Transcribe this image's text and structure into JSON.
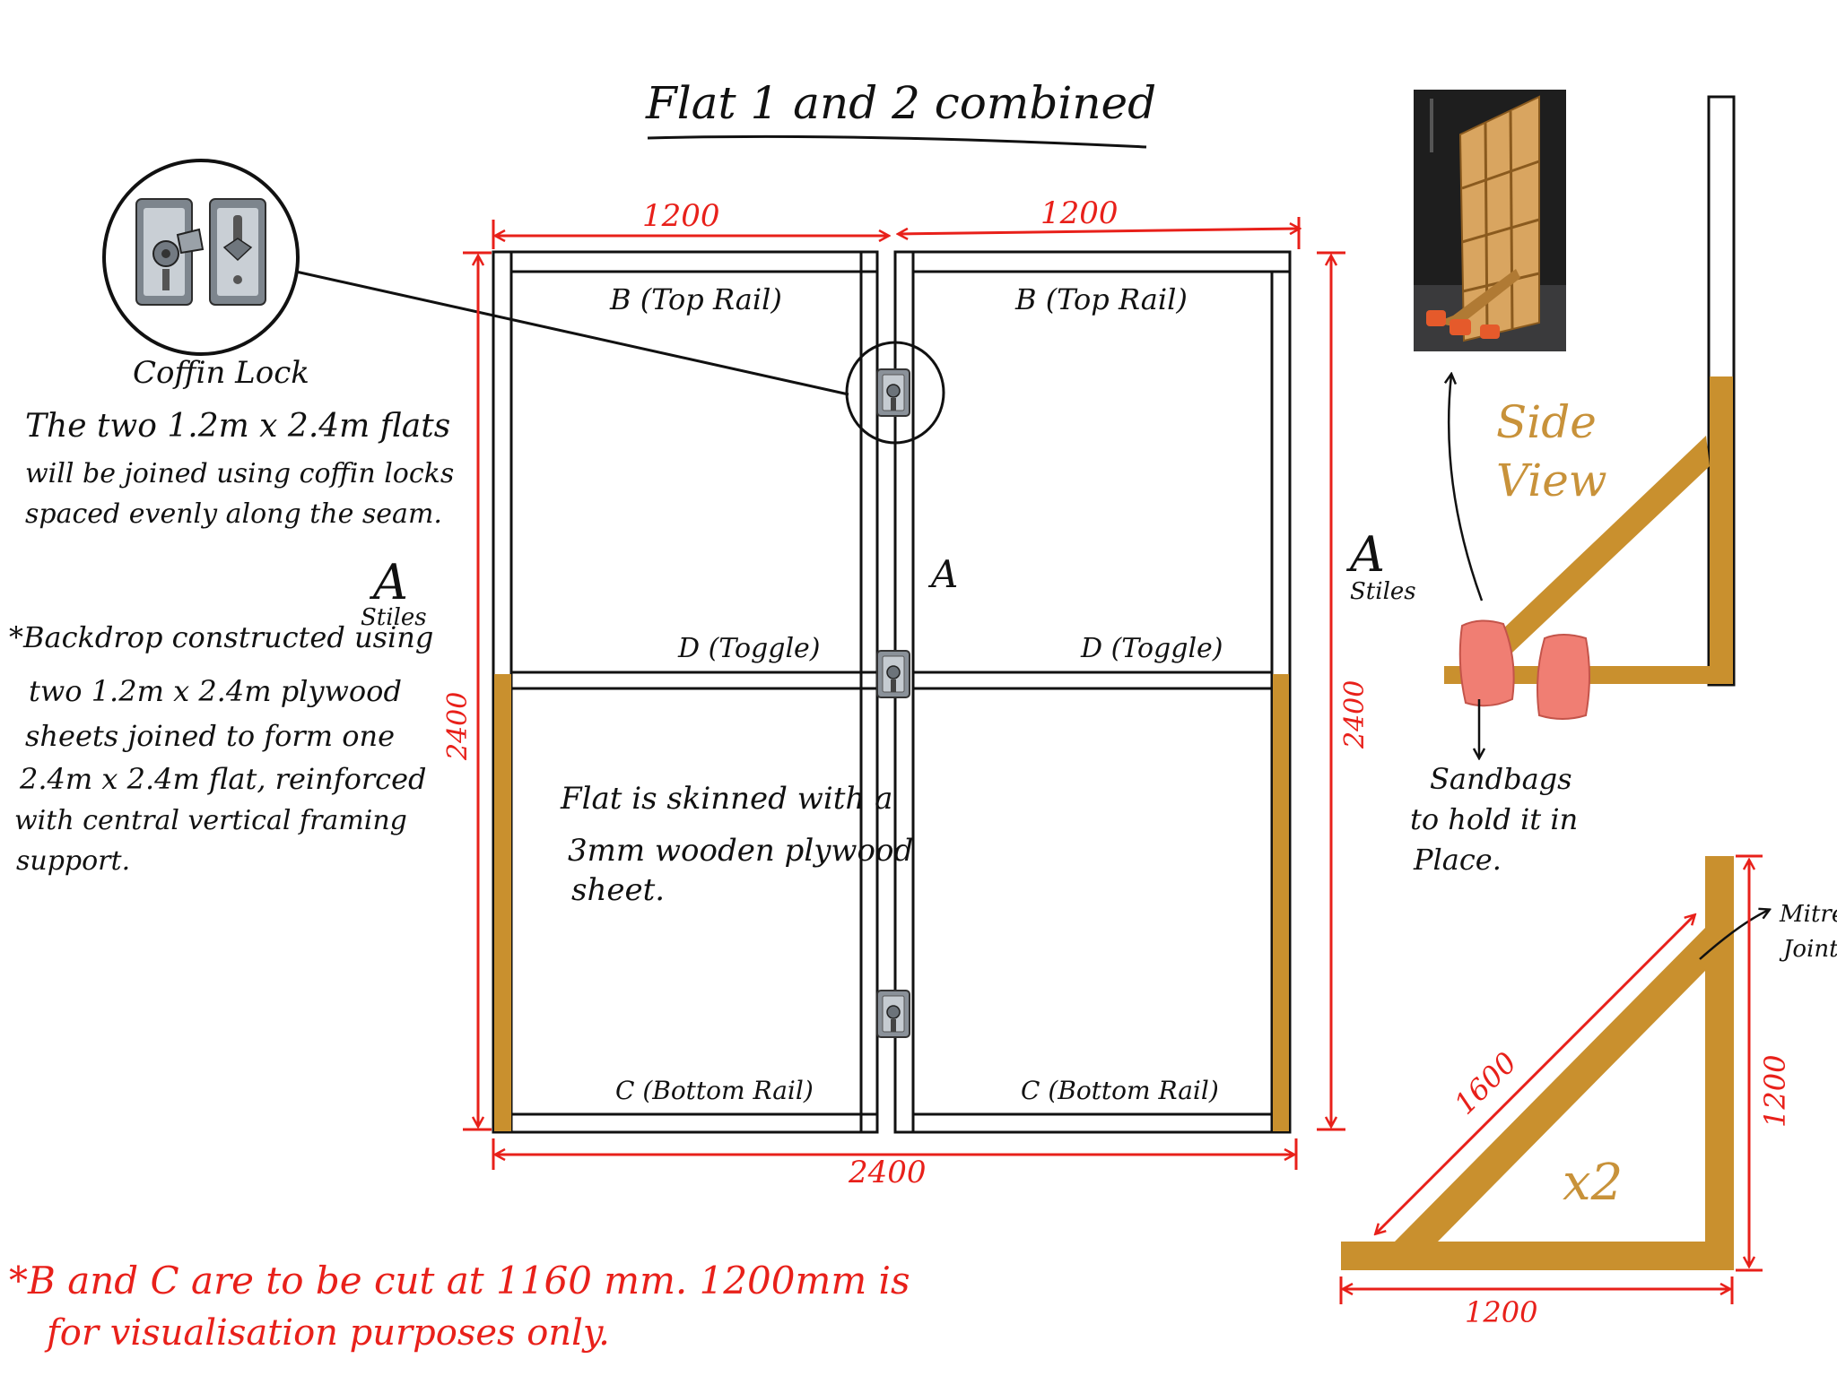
{
  "title": "Flat 1 and 2 combined",
  "colors": {
    "timber": "#c9902e",
    "dimension": "#e8201a",
    "sidebar_tan": "#c8923a",
    "sandbag": "#f07e73",
    "frame": "#111111"
  },
  "front_view": {
    "dim_top_left": "1200",
    "dim_top_right": "1200",
    "dim_bottom": "2400",
    "dim_left": "2400",
    "dim_right": "2400",
    "top_rail_left": "B (Top Rail)",
    "top_rail_right": "B (Top Rail)",
    "toggle_left": "D (Toggle)",
    "toggle_right": "D (Toggle)",
    "bottom_rail_left": "C (Bottom Rail)",
    "bottom_rail_right": "C (Bottom Rail)",
    "center_stile_label": "A",
    "left_stile_letter": "A",
    "left_stile_word": "Stiles",
    "right_stile_letter": "A",
    "right_stile_word": "Stiles",
    "skin_note": [
      "Flat is skinned with a",
      "3mm wooden plywood",
      "sheet."
    ]
  },
  "coffin_lock": {
    "label": "Coffin Lock",
    "icon": "coffin-lock-icon"
  },
  "notes": {
    "join_note": [
      "The two 1.2m x 2.4m flats",
      "will be joined using coffin locks",
      "spaced evenly along the seam."
    ],
    "backdrop_note": [
      "*Backdrop constructed using",
      "two 1.2m x 2.4m plywood",
      "sheets joined to form one",
      "2.4m x 2.4m flat, reinforced",
      "with central vertical framing",
      "support."
    ],
    "cut_note": [
      "*B and C are to be cut at 1160 mm. 1200mm is",
      "for visualisation purposes only."
    ]
  },
  "side_view": {
    "label_line1": "Side",
    "label_line2": "View",
    "sandbag_note": [
      "Sandbags",
      "to hold it in",
      "Place."
    ]
  },
  "brace": {
    "dim_diagonal": "1600",
    "dim_vertical": "1200",
    "dim_horizontal": "1200",
    "quantity": "x2",
    "mitre_label_1": "Mitre",
    "mitre_label_2": "Joint"
  }
}
